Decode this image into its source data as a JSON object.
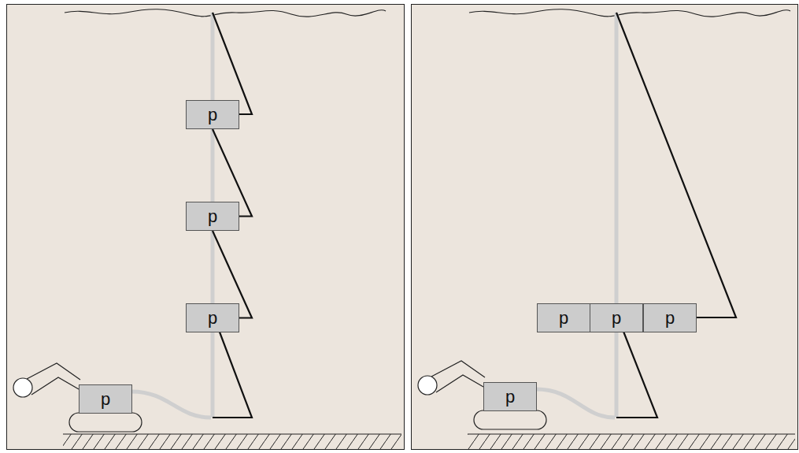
{
  "diagram": {
    "nodes": [
      {
        "text": [
          "p"
        ]
      },
      {
        "text": [
          "p"
        ]
      },
      {
        "text": [
          "p"
        ]
      },
      {
        "text": [
          "p"
        ]
      },
      {
        "text": [
          "p"
        ]
      },
      {
        "text": [
          "p"
        ]
      },
      {
        "text": [
          "p"
        ]
      },
      {
        "text": [
          "p"
        ]
      }
    ],
    "edges": [
      {
        "from": 0,
        "to": 1,
        "arrow": "none"
      },
      {
        "from": 1,
        "to": 2,
        "arrow": "none"
      }
    ]
  }
}
